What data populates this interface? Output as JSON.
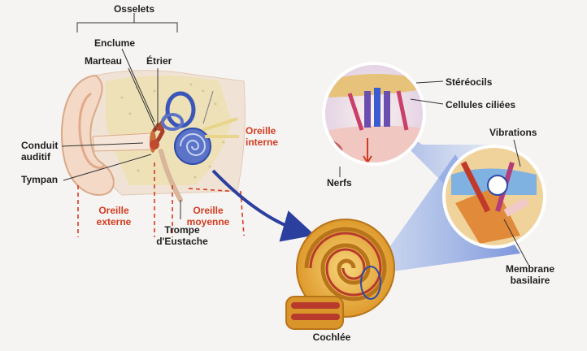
{
  "labels": {
    "osselets": "Osselets",
    "enclume": "Enclume",
    "marteau": "Marteau",
    "etrier": "Étrier",
    "conduit_line1": "Conduit",
    "conduit_line2": "auditif",
    "tympan": "Tympan",
    "oreille_externe_line1": "Oreille",
    "oreille_externe_line2": "externe",
    "oreille_moyenne_line1": "Oreille",
    "oreille_moyenne_line2": "moyenne",
    "oreille_interne_line1": "Oreille",
    "oreille_interne_line2": "interne",
    "trompe_line1": "Trompe",
    "trompe_line2": "d'Eustache",
    "stereocils": "Stéréocils",
    "cellules_ciliees": "Cellules ciliées",
    "nerfs": "Nerfs",
    "vibrations": "Vibrations",
    "membrane_line1": "Membrane",
    "membrane_line2": "basilaire",
    "cochlee": "Cochlée"
  },
  "colors": {
    "label_red": "#d33b1f",
    "arrow_blue": "#2b3f9e",
    "skin": "#f3d9c6",
    "bone": "#ede1b2",
    "cochlea_gold": "#e8a72a",
    "cochlea_blue": "#5b74c8"
  }
}
